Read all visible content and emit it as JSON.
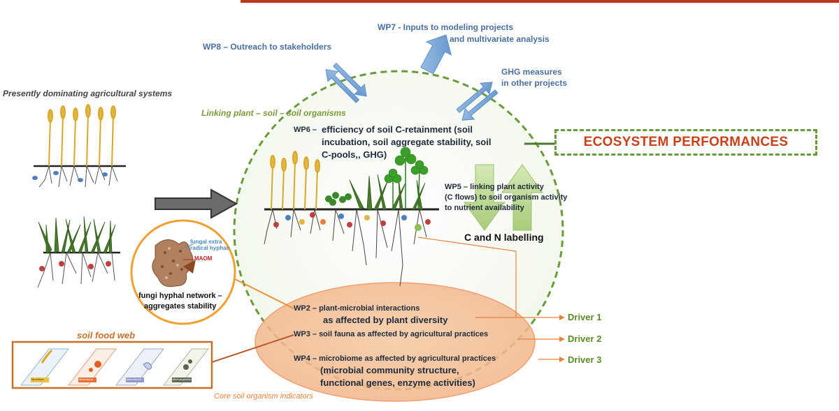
{
  "header": {
    "wp7_line1": "WP7 - Inputs to modeling projects",
    "wp7_line2": "and multivariate analysis",
    "wp8": "WP8 – Outreach to stakeholders",
    "ghg_line1": "GHG measures",
    "ghg_line2": "in other projects"
  },
  "left": {
    "presently_label": "Presently dominating agricultural systems",
    "fungi_hyphae_line1": "fungal extra",
    "fungi_hyphae_line2": "radical hyphae",
    "maom": "MAOM",
    "fungi_caption_line1": "fungi hyphal network –",
    "fungi_caption_line2": "aggregates stability",
    "soil_food_web": "soil food web",
    "food_web_tags": [
      "Microflora",
      "Mesofauna",
      "Macrofauna",
      "Microorganisms"
    ]
  },
  "circle": {
    "linking_label": "Linking plant – soil – soil organisms",
    "wp6_prefix": "WP6 –",
    "wp6_line1": "efficiency of soil C-retainment (soil",
    "wp6_line2": "incubation, soil aggregate stability, soil",
    "wp6_line3": "C-pools,, GHG)",
    "wp5_line1": "WP5 – linking plant activity",
    "wp5_line2": "(C flows) to soil organism activity",
    "wp5_line3": "to nutrient availability",
    "cn_labelling": "C and N labelling"
  },
  "ecosystem": {
    "label": "ECOSYSTEM PERFORMANCES"
  },
  "core": {
    "wp2_line1": "WP2 – plant-microbial interactions",
    "wp2_line2": "as affected by plant diversity",
    "wp3": "WP3 – soil fauna as affected by agricultural practices",
    "wp4_line1": "WP4 – microbiome as affected by agricultural practices",
    "wp4_line2": "(microbial community structure,",
    "wp4_line3": "functional genes, enzyme activities)",
    "core_label": "Core soil organism indicators"
  },
  "drivers": [
    "Driver 1",
    "Driver 2",
    "Driver 3"
  ],
  "colors": {
    "accent_red": "#b83a1a",
    "green_dashed": "#6a9a3a",
    "blue_arrow": "#6f9fd0",
    "orange": "#e8823a"
  }
}
